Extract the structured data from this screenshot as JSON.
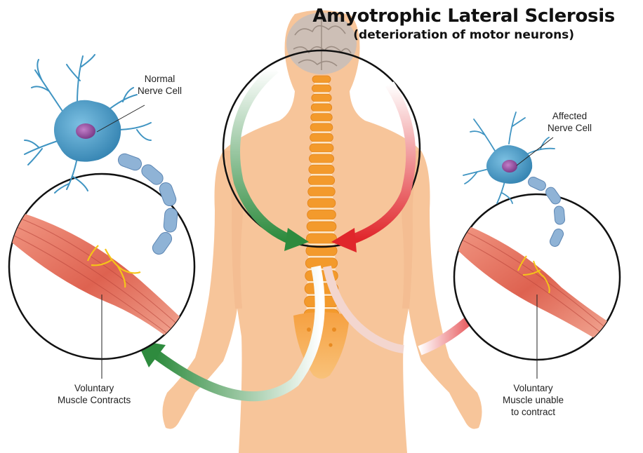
{
  "title": "Amyotrophic Lateral Sclerosis",
  "subtitle": "(deterioration of motor neurons)",
  "labels": {
    "normal_line1": "Normal",
    "normal_line2": "Nerve Cell",
    "affected_line1": "Affected",
    "affected_line2": "Nerve Cell",
    "left_muscle_line1": "Voluntary",
    "left_muscle_line2": "Muscle Contracts",
    "right_muscle_line1": "Voluntary",
    "right_muscle_line2": "Muscle unable",
    "right_muscle_line3": "to contract"
  },
  "colors": {
    "skin": "#f7c59a",
    "spine": "#f39a2c",
    "neuron": "#3f94c2",
    "muscle": "#e06a5a",
    "green_arrow": "#2e8b3e",
    "red_arrow": "#e0262b"
  },
  "icons": {
    "brain": "brain-icon",
    "normal_neuron": "neuron-icon",
    "affected_neuron": "neuron-icon",
    "left_muscle": "muscle-icon",
    "right_muscle": "muscle-icon"
  }
}
